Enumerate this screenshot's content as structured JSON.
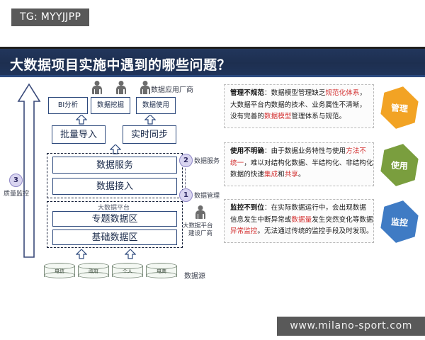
{
  "tag": {
    "label": "TG: MYYJJPP"
  },
  "header": {
    "title": "大数据项目实施中遇到的哪些问题？"
  },
  "diagram": {
    "top_actor_label": "数据应用厂商",
    "app_boxes": [
      {
        "label": "BI分析"
      },
      {
        "label": "数据挖掘"
      },
      {
        "label": "数据使用"
      }
    ],
    "transfer_boxes": [
      {
        "label": "批量导入"
      },
      {
        "label": "实时同步"
      }
    ],
    "service_boxes": [
      {
        "label": "数据服务"
      },
      {
        "label": "数据接入"
      }
    ],
    "platform_caption": "大数据平台",
    "platform_boxes": [
      {
        "label": "专题数据区"
      },
      {
        "label": "基础数据区"
      }
    ],
    "side_markers": [
      {
        "number": "2",
        "label": "数据服务"
      },
      {
        "number": "1",
        "label": "数据管理"
      }
    ],
    "builder_actor": {
      "line1": "大数据平台",
      "line2": "建设厂商"
    },
    "quality_marker": {
      "number": "3",
      "label": "质量监控"
    },
    "sources": [
      {
        "label": "电信"
      },
      {
        "label": "政府"
      },
      {
        "label": "个人"
      },
      {
        "label": "电商"
      }
    ],
    "sources_label": "数据源"
  },
  "panels": [
    {
      "badge": "管理",
      "badge_color": "#f2a324",
      "lines": [
        [
          {
            "t": "管理不规范",
            "s": "hd"
          },
          {
            "t": "：数据模型管理缺乏",
            "s": ""
          },
          {
            "t": "规范化体系",
            "s": "rd"
          },
          {
            "t": "，",
            "s": ""
          }
        ],
        [
          {
            "t": "大数据平台内数据的技术、业务属性不清晰，",
            "s": ""
          }
        ],
        [
          {
            "t": "没有完善的",
            "s": ""
          },
          {
            "t": "数据模型",
            "s": "rd"
          },
          {
            "t": "管理体系与规范。",
            "s": ""
          }
        ]
      ]
    },
    {
      "badge": "使用",
      "badge_color": "#7a9e3e",
      "lines": [
        [
          {
            "t": "使用不明确",
            "s": "hd"
          },
          {
            "t": "：由于数据业务特性与使用",
            "s": ""
          },
          {
            "t": "方法不",
            "s": "rd"
          }
        ],
        [
          {
            "t": "统一",
            "s": "rd"
          },
          {
            "t": "，难以对结构化数据、半结构化、非结构化",
            "s": ""
          }
        ],
        [
          {
            "t": "数据的快速",
            "s": ""
          },
          {
            "t": "集成",
            "s": "rd"
          },
          {
            "t": "和",
            "s": ""
          },
          {
            "t": "共享",
            "s": "rd"
          },
          {
            "t": "。",
            "s": ""
          }
        ]
      ]
    },
    {
      "badge": "监控",
      "badge_color": "#3f7bc4",
      "lines": [
        [
          {
            "t": "监控不到位",
            "s": "hd"
          },
          {
            "t": "：在实际数据运行中，会出现数据",
            "s": ""
          }
        ],
        [
          {
            "t": "信息发生中断异常或",
            "s": ""
          },
          {
            "t": "数据量",
            "s": "rd"
          },
          {
            "t": "发生突然变化等数据",
            "s": ""
          }
        ],
        [
          {
            "t": "异常监控",
            "s": "rd"
          },
          {
            "t": "。无法通过传统的监控手段及时发现。",
            "s": ""
          }
        ]
      ]
    }
  ],
  "watermark": {
    "text": "www.milano-sport.com"
  }
}
